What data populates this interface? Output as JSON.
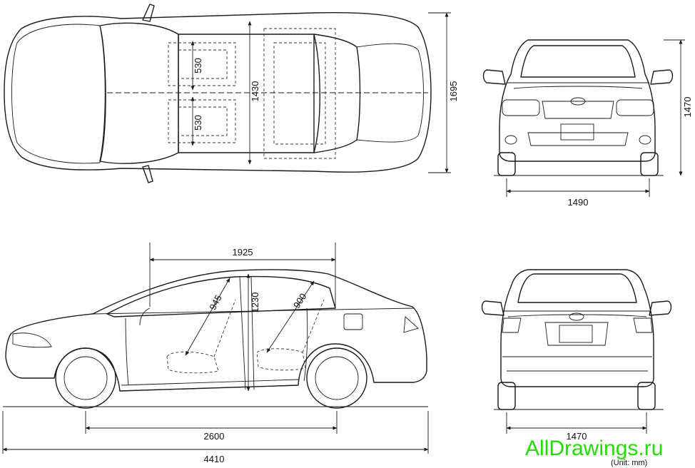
{
  "dimensions": {
    "top_seat_front": "530",
    "top_seat_rear": "530",
    "top_interior_width": "1430",
    "top_overall_width": "1695",
    "front_height": "1470",
    "front_track": "1490",
    "side_cabin_length": "1925",
    "side_front_headroom": "945",
    "side_interior_height": "1230",
    "side_rear_headroom": "900",
    "side_wheelbase": "2600",
    "side_overall_length": "4410",
    "rear_track": "1470"
  },
  "watermark": "AllDrawings.ru",
  "unit_note": "(Unit: mm)"
}
